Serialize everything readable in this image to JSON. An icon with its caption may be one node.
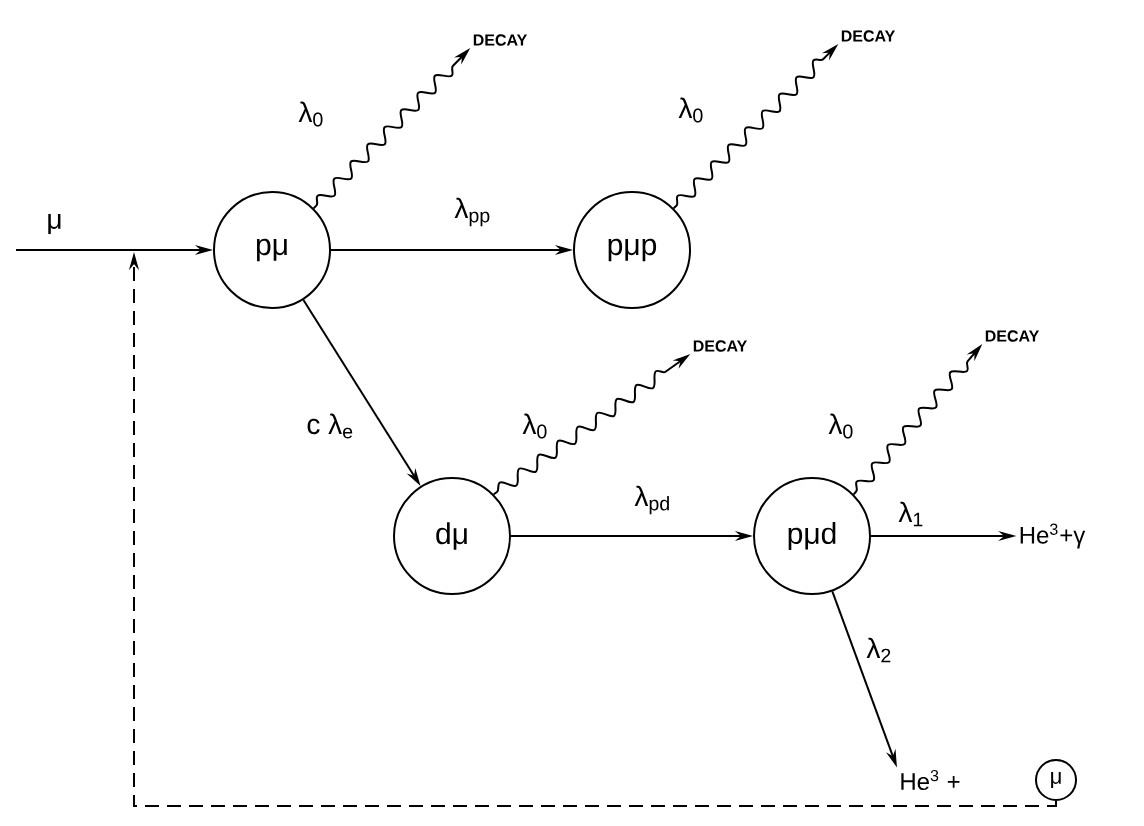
{
  "diagram": {
    "nodes": [
      {
        "text": [
          "pμ"
        ]
      },
      {
        "text": [
          "pμp"
        ]
      },
      {
        "text": [
          "dμ"
        ]
      },
      {
        "text": [
          "pμd"
        ]
      },
      {
        "text": [
          "DECAY"
        ]
      },
      {
        "text": [
          "DECAY"
        ]
      },
      {
        "text": [
          "DECAY"
        ]
      },
      {
        "text": [
          "DECAY"
        ]
      },
      {
        "text": [
          "He$^{3}$+γ"
        ]
      },
      {
        "text": [
          "He$^{3}$ +"
        ]
      },
      {
        "text": [
          "μ"
        ]
      }
    ],
    "edges": [
      {
        "from": null,
        "to": 0,
        "arrow": "to",
        "label": "μ"
      },
      {
        "from": 0,
        "to": 1,
        "arrow": "to",
        "label": "λ$_{pp}$"
      },
      {
        "from": 0,
        "to": 2,
        "arrow": "to",
        "label": "c λ$_{e}$"
      },
      {
        "from": 2,
        "to": 3,
        "arrow": "to",
        "label": "λ$_{pd}$"
      },
      {
        "from": 3,
        "to": 8,
        "arrow": "to",
        "label": "λ$_{1}$"
      },
      {
        "from": 3,
        "to": 9,
        "arrow": "to",
        "label": "λ$_{2}$"
      },
      {
        "from": 0,
        "to": 4,
        "arrow": "to",
        "label": "λ$_{0}$"
      },
      {
        "from": 1,
        "to": 5,
        "arrow": "to",
        "label": "λ$_{0}$"
      },
      {
        "from": 2,
        "to": 6,
        "arrow": "to",
        "label": "λ$_{0}$"
      },
      {
        "from": 3,
        "to": 7,
        "arrow": "to",
        "label": "λ$_{0}$"
      },
      {
        "from": 10,
        "to": null,
        "arrow": "to",
        "style": "dashed"
      }
    ]
  }
}
